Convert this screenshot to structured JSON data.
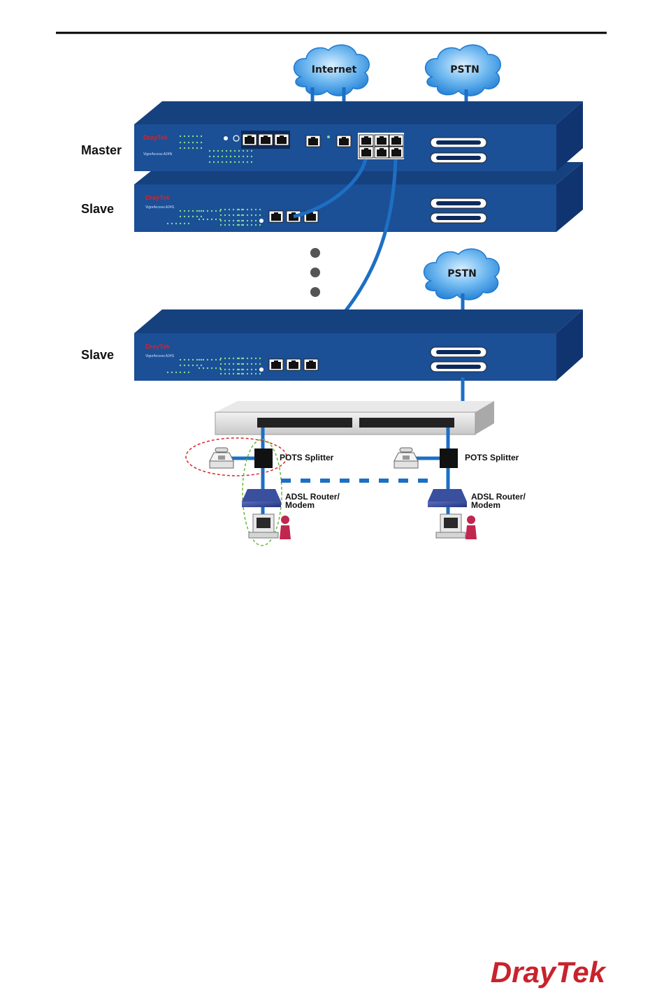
{
  "header_rule": true,
  "clouds": {
    "internet": "Internet",
    "pstn_top": "PSTN",
    "pstn_bottom": "PSTN"
  },
  "units": {
    "master": {
      "label": "Master",
      "brand": "DrayTek",
      "model": "VigorAccess A24N"
    },
    "slave1": {
      "label": "Slave",
      "brand": "DrayTek",
      "model": "VigorAccess A24S"
    },
    "slave2": {
      "label": "Slave",
      "brand": "DrayTek",
      "model": "VigorAccess A24S"
    }
  },
  "customer_left": {
    "splitter": "POTS Splitter",
    "router_line1": "ADSL Router/",
    "router_line2": "Modem"
  },
  "customer_right": {
    "splitter": "POTS Splitter",
    "router_line1": "ADSL Router/",
    "router_line2": "Modem"
  },
  "footer_logo": "DrayTek",
  "colors": {
    "rack_front": "#1b4f96",
    "rack_top": "#16417f",
    "rack_side": "#0f3470",
    "cable": "#1d6fc4",
    "cloud": "#2f8fe0",
    "brand_red": "#d4242a",
    "logo_red": "#c8232c"
  }
}
